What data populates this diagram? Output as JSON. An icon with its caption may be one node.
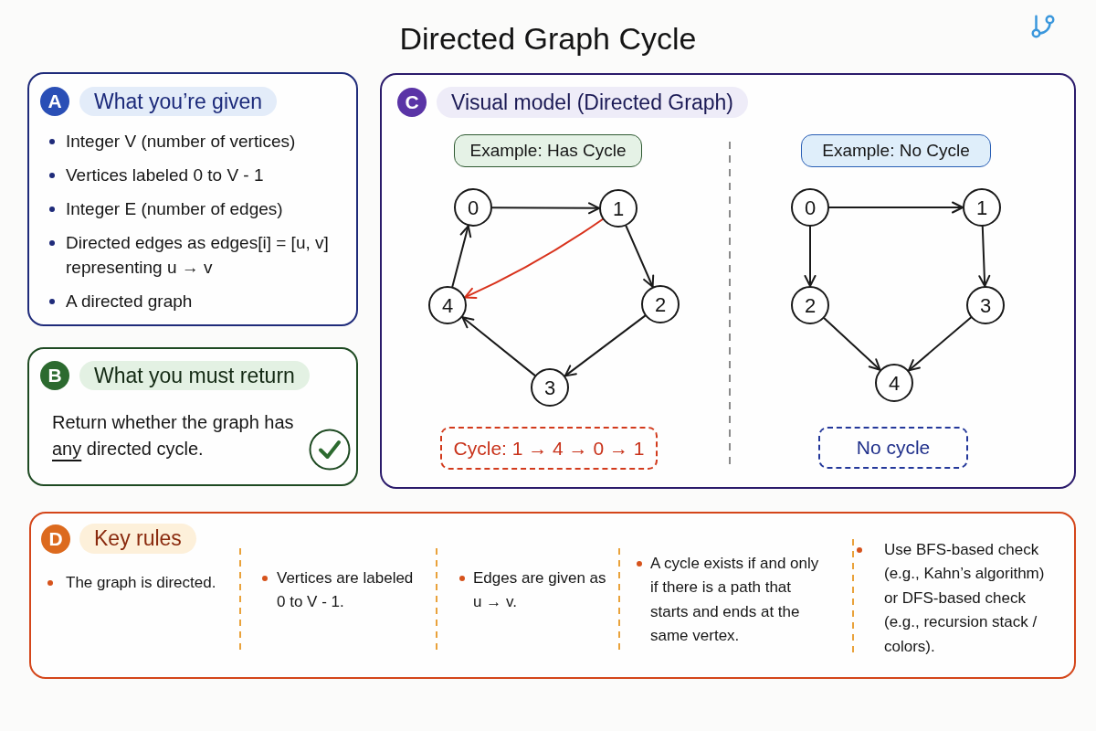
{
  "diagram": {
    "title": "Directed Graph Cycle",
    "nodes": [
      {
        "text": [
          "What you’re given",
          "Integer V (number of vertices)",
          "Vertices labeled 0 to V - 1",
          "Integer E (number of edges)",
          "Directed edges as edges[i] = [u, v] representing u → v",
          "A directed graph"
        ]
      },
      {
        "text": [
          "A"
        ],
        "in": 0
      },
      {
        "text": [
          "What you must return",
          "Return whether the graph has *any* directed cycle."
        ]
      },
      {
        "text": [
          "B"
        ],
        "in": 2
      },
      {
        "text": [
          "Visual model (Directed Graph)"
        ]
      },
      {
        "text": [
          "C"
        ],
        "in": 4
      },
      {
        "text": [
          "Example: Has Cycle"
        ],
        "in": 4
      },
      {
        "text": [
          "0"
        ],
        "in": 4
      },
      {
        "text": [
          "1"
        ],
        "in": 4
      },
      {
        "text": [
          "2"
        ],
        "in": 4
      },
      {
        "text": [
          "3"
        ],
        "in": 4
      },
      {
        "text": [
          "4"
        ],
        "in": 4
      },
      {
        "text": [
          "Cycle: 1 → 4 → 0 → 1"
        ],
        "in": 4
      },
      {
        "text": [
          "Example: No Cycle"
        ],
        "in": 4
      },
      {
        "text": [
          "0"
        ],
        "in": 4
      },
      {
        "text": [
          "1"
        ],
        "in": 4
      },
      {
        "text": [
          "2"
        ],
        "in": 4
      },
      {
        "text": [
          "3"
        ],
        "in": 4
      },
      {
        "text": [
          "4"
        ],
        "in": 4
      },
      {
        "text": [
          "No cycle"
        ],
        "in": 4
      },
      {
        "text": [
          "Key rules",
          "The graph is directed.",
          "Vertices are labeled 0 to V - 1.",
          "Edges are given as u → v.",
          "A cycle exists if and only if there is a path that starts and ends at the same vertex.",
          "Use BFS-based check (e.g., Kahn’s algorithm) or DFS-based check (e.g., recursion stack / colors)."
        ]
      },
      {
        "text": [
          "D"
        ],
        "in": 20
      }
    ],
    "edges": [
      {
        "from": 7,
        "to": 8,
        "arrow": "to"
      },
      {
        "from": 8,
        "to": 9,
        "arrow": "to"
      },
      {
        "from": 9,
        "to": 10,
        "arrow": "to"
      },
      {
        "from": 10,
        "to": 11,
        "arrow": "to"
      },
      {
        "from": 11,
        "to": 7,
        "arrow": "to"
      },
      {
        "from": 8,
        "to": 11,
        "arrow": "to",
        "color": "#d8321c"
      },
      {
        "from": 14,
        "to": 15,
        "arrow": "to"
      },
      {
        "from": 14,
        "to": 16,
        "arrow": "to"
      },
      {
        "from": 15,
        "to": 17,
        "arrow": "to"
      },
      {
        "from": 16,
        "to": 18,
        "arrow": "to"
      },
      {
        "from": 17,
        "to": 18,
        "arrow": "to"
      }
    ]
  }
}
